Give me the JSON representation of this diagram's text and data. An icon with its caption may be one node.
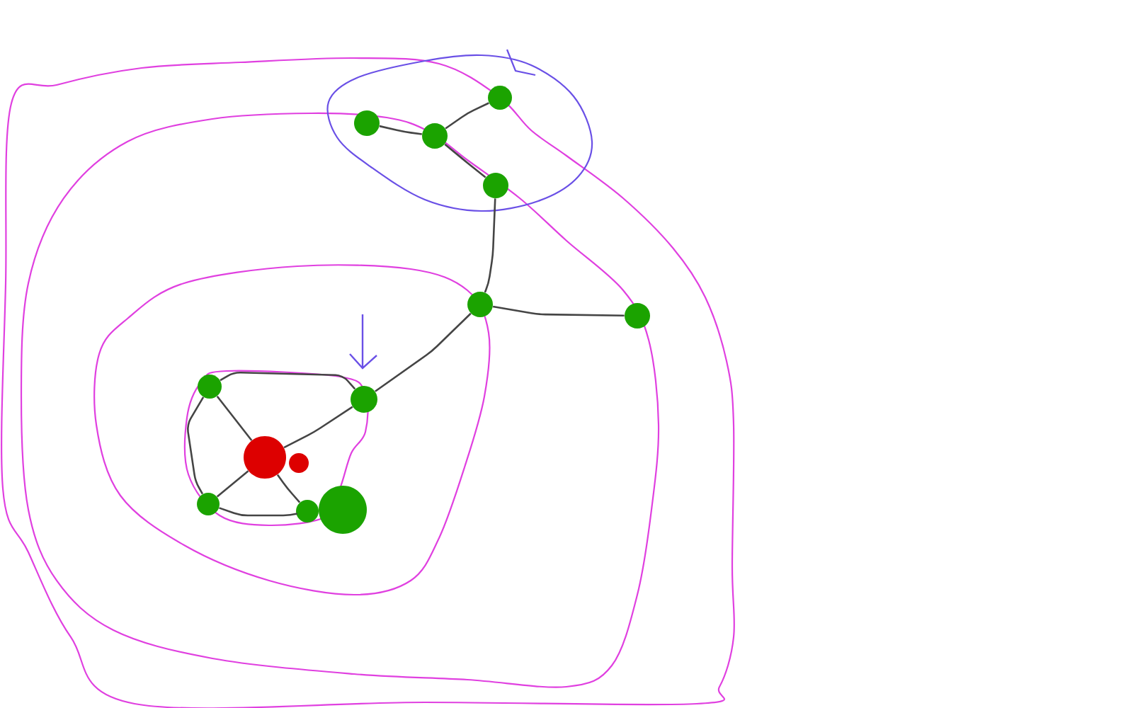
{
  "diagram": {
    "nodes": [
      {
        "text": [],
        "shape": "circle"
      },
      {
        "text": [],
        "shape": "circle"
      },
      {
        "text": [],
        "shape": "circle"
      },
      {
        "text": [],
        "shape": "circle"
      },
      {
        "text": [],
        "shape": "circle"
      },
      {
        "text": [],
        "shape": "circle"
      },
      {
        "text": [],
        "shape": "circle"
      },
      {
        "text": [],
        "shape": "circle"
      },
      {
        "text": [],
        "shape": "circle"
      },
      {
        "text": [],
        "shape": "circle"
      },
      {
        "text": [],
        "shape": "circle"
      },
      {
        "text": [],
        "shape": "circle"
      },
      {
        "text": [],
        "shape": "circle"
      }
    ],
    "edges": [
      {
        "from": 0,
        "to": 1,
        "arrow": "none"
      },
      {
        "from": 1,
        "to": 2,
        "arrow": "none"
      },
      {
        "from": 1,
        "to": 3,
        "arrow": "none"
      },
      {
        "from": 3,
        "to": 4,
        "arrow": "none"
      },
      {
        "from": 4,
        "to": 5,
        "arrow": "none"
      },
      {
        "from": 4,
        "to": 7,
        "arrow": "none"
      },
      {
        "from": 6,
        "to": 7,
        "arrow": "none"
      },
      {
        "from": 6,
        "to": 8,
        "arrow": "none"
      },
      {
        "from": 7,
        "to": 8,
        "arrow": "none"
      },
      {
        "from": 8,
        "to": 10,
        "arrow": "none"
      },
      {
        "from": 8,
        "to": 11,
        "arrow": "none"
      },
      {
        "from": 6,
        "to": 10,
        "arrow": "none"
      },
      {
        "from": 10,
        "to": 11,
        "arrow": "none"
      }
    ]
  }
}
